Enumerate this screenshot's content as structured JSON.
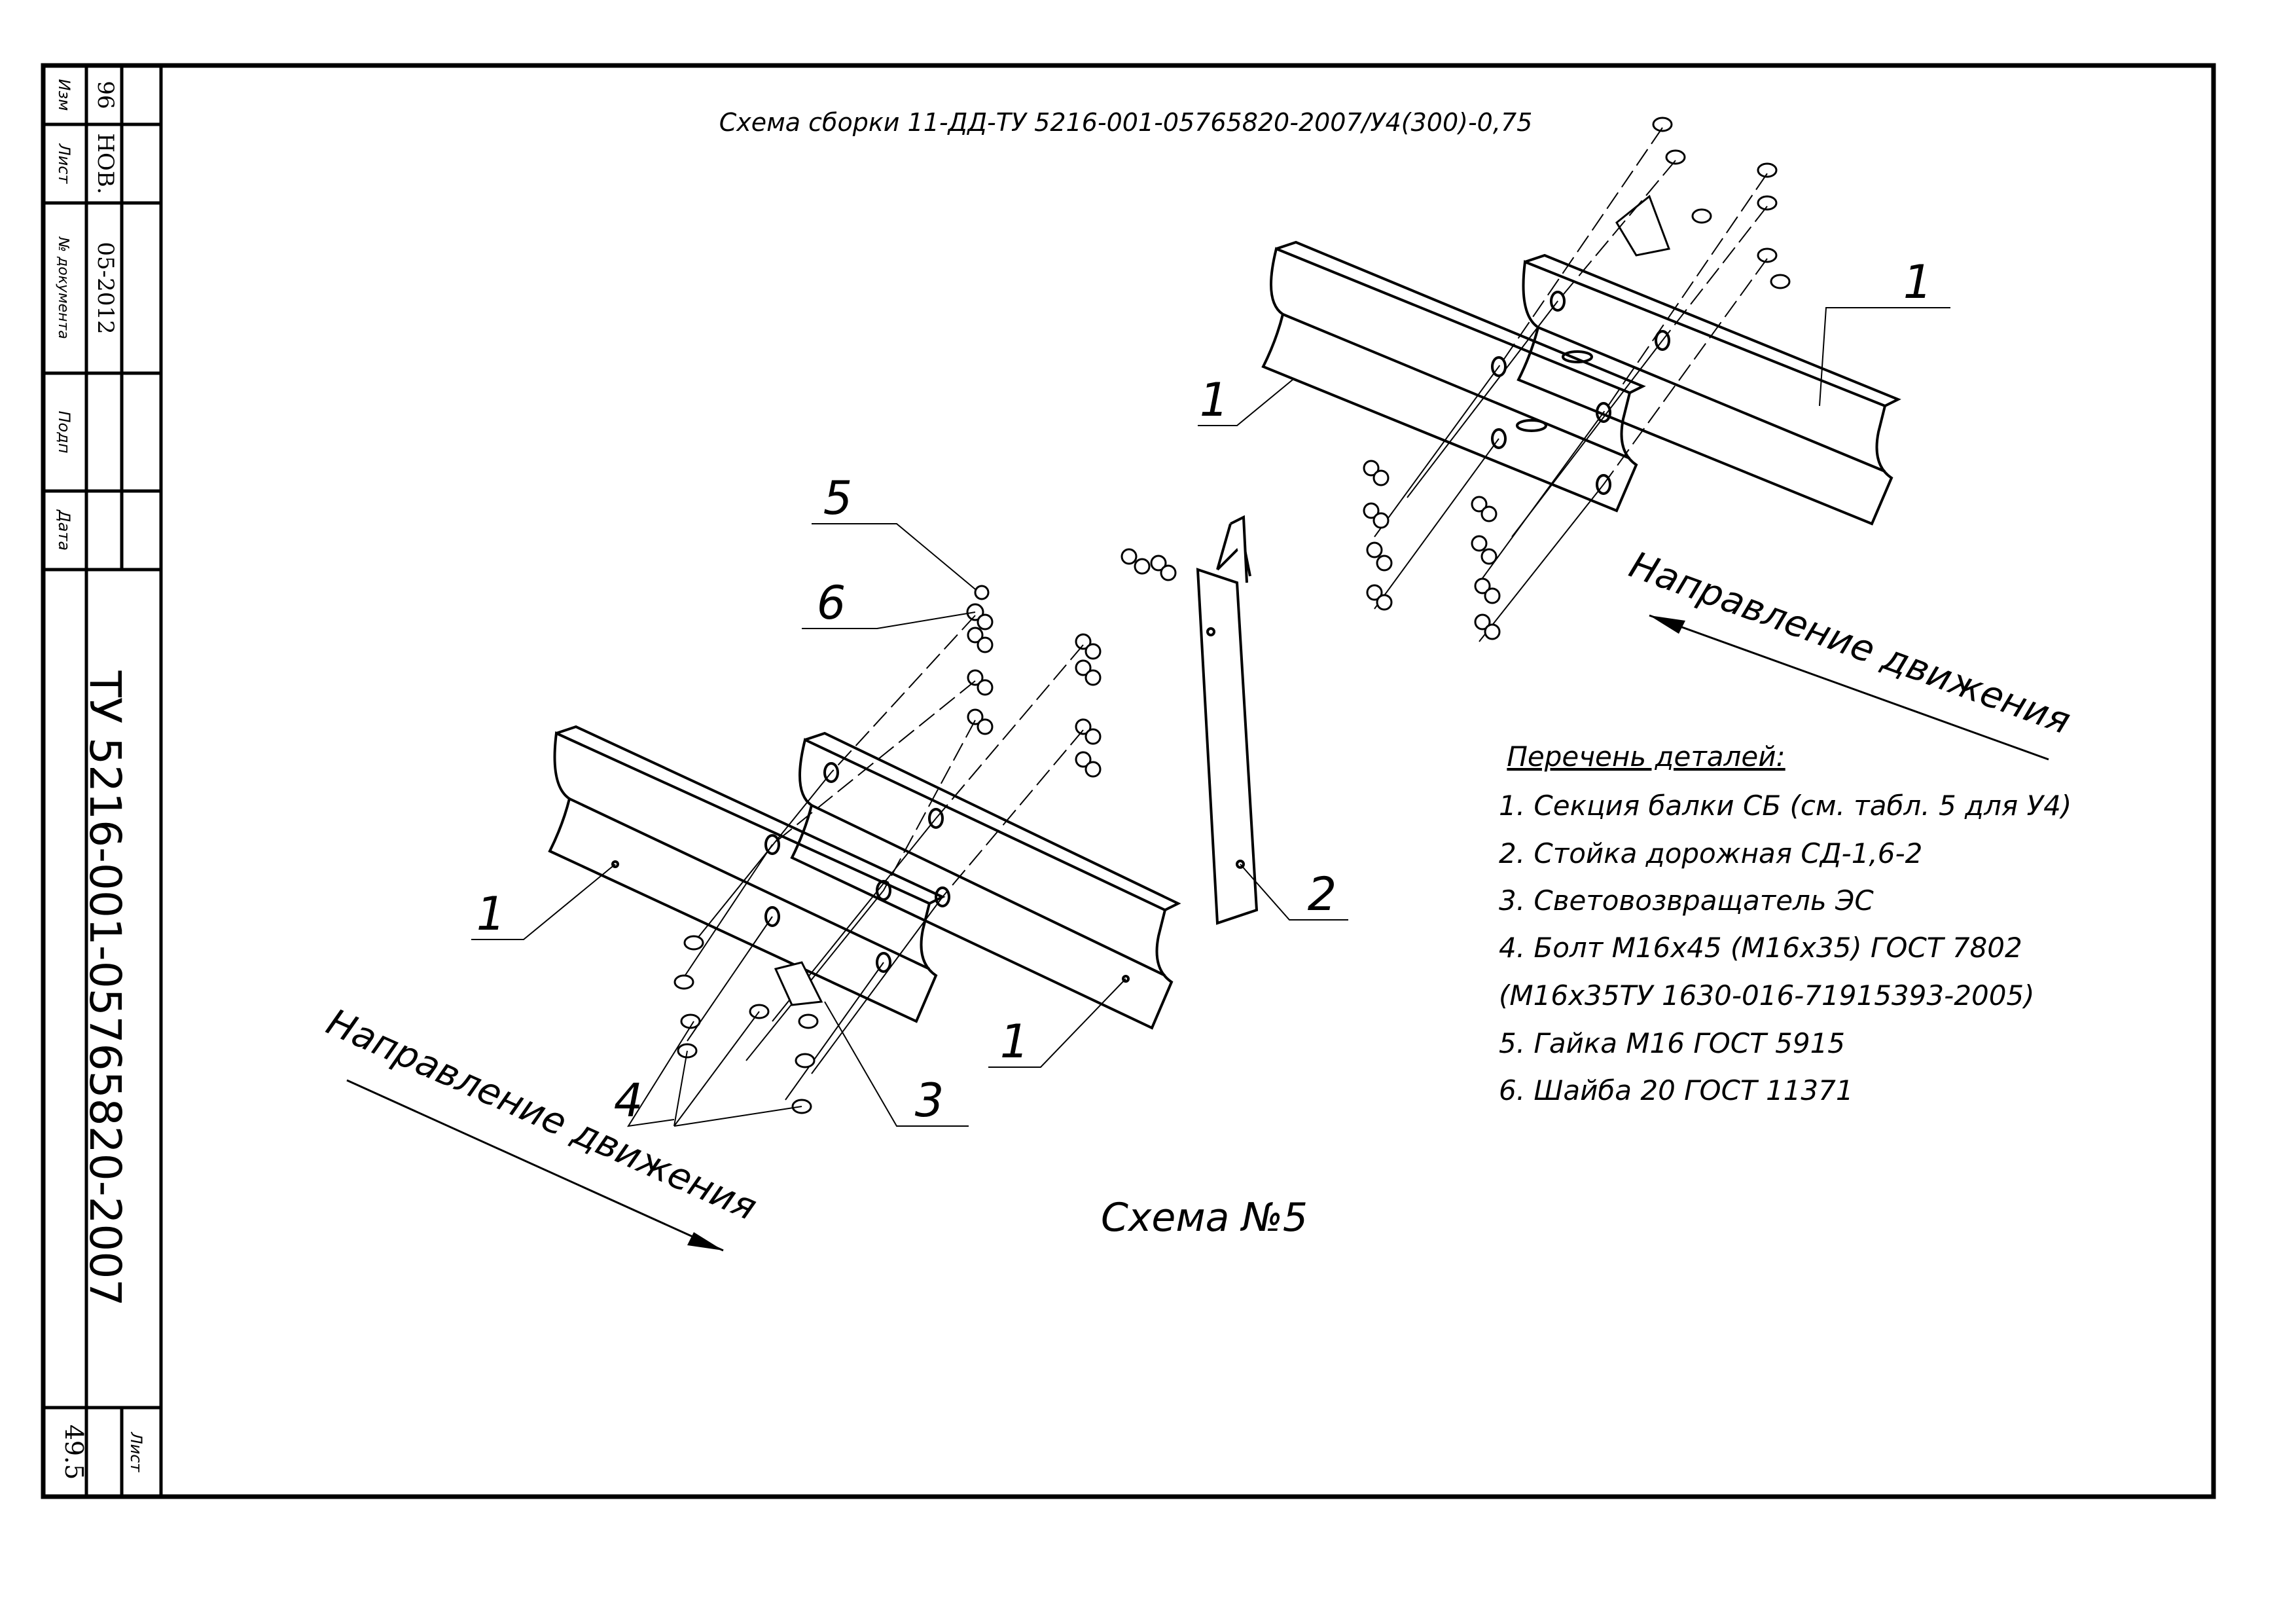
{
  "title": "Схема сборки 11-ДД-ТУ 5216-001-05765820-2007/У4(300)-0,75",
  "scheme_label": "Схема №5",
  "direction_label": "Направление движения",
  "stamp": {
    "labels": [
      "Изм",
      "Лист",
      "№ документа",
      "Подп",
      "Дата"
    ],
    "values": [
      "96",
      "НОВ.",
      "05-2012"
    ],
    "doc_code": "ТУ 5216-001-05765820-2007",
    "sheet_label": "Лист",
    "sheet_number": "49.5"
  },
  "parts_list": {
    "heading": "Перечень деталей:",
    "items": [
      "1. Секция балки СБ (см. табл. 5 для У4)",
      "2. Стойка дорожная СД-1,6-2",
      "3. Световозвращатель ЭС",
      "4. Болт М16х45 (М16х35) ГОСТ 7802",
      "(М16х35ТУ 1630-016-71915393-2005)",
      "5. Гайка М16 ГОСТ 5915",
      "6. Шайба 20 ГОСТ 11371"
    ]
  },
  "callouts": [
    "1",
    "1",
    "1",
    "1",
    "2",
    "3",
    "4",
    "5",
    "6"
  ]
}
